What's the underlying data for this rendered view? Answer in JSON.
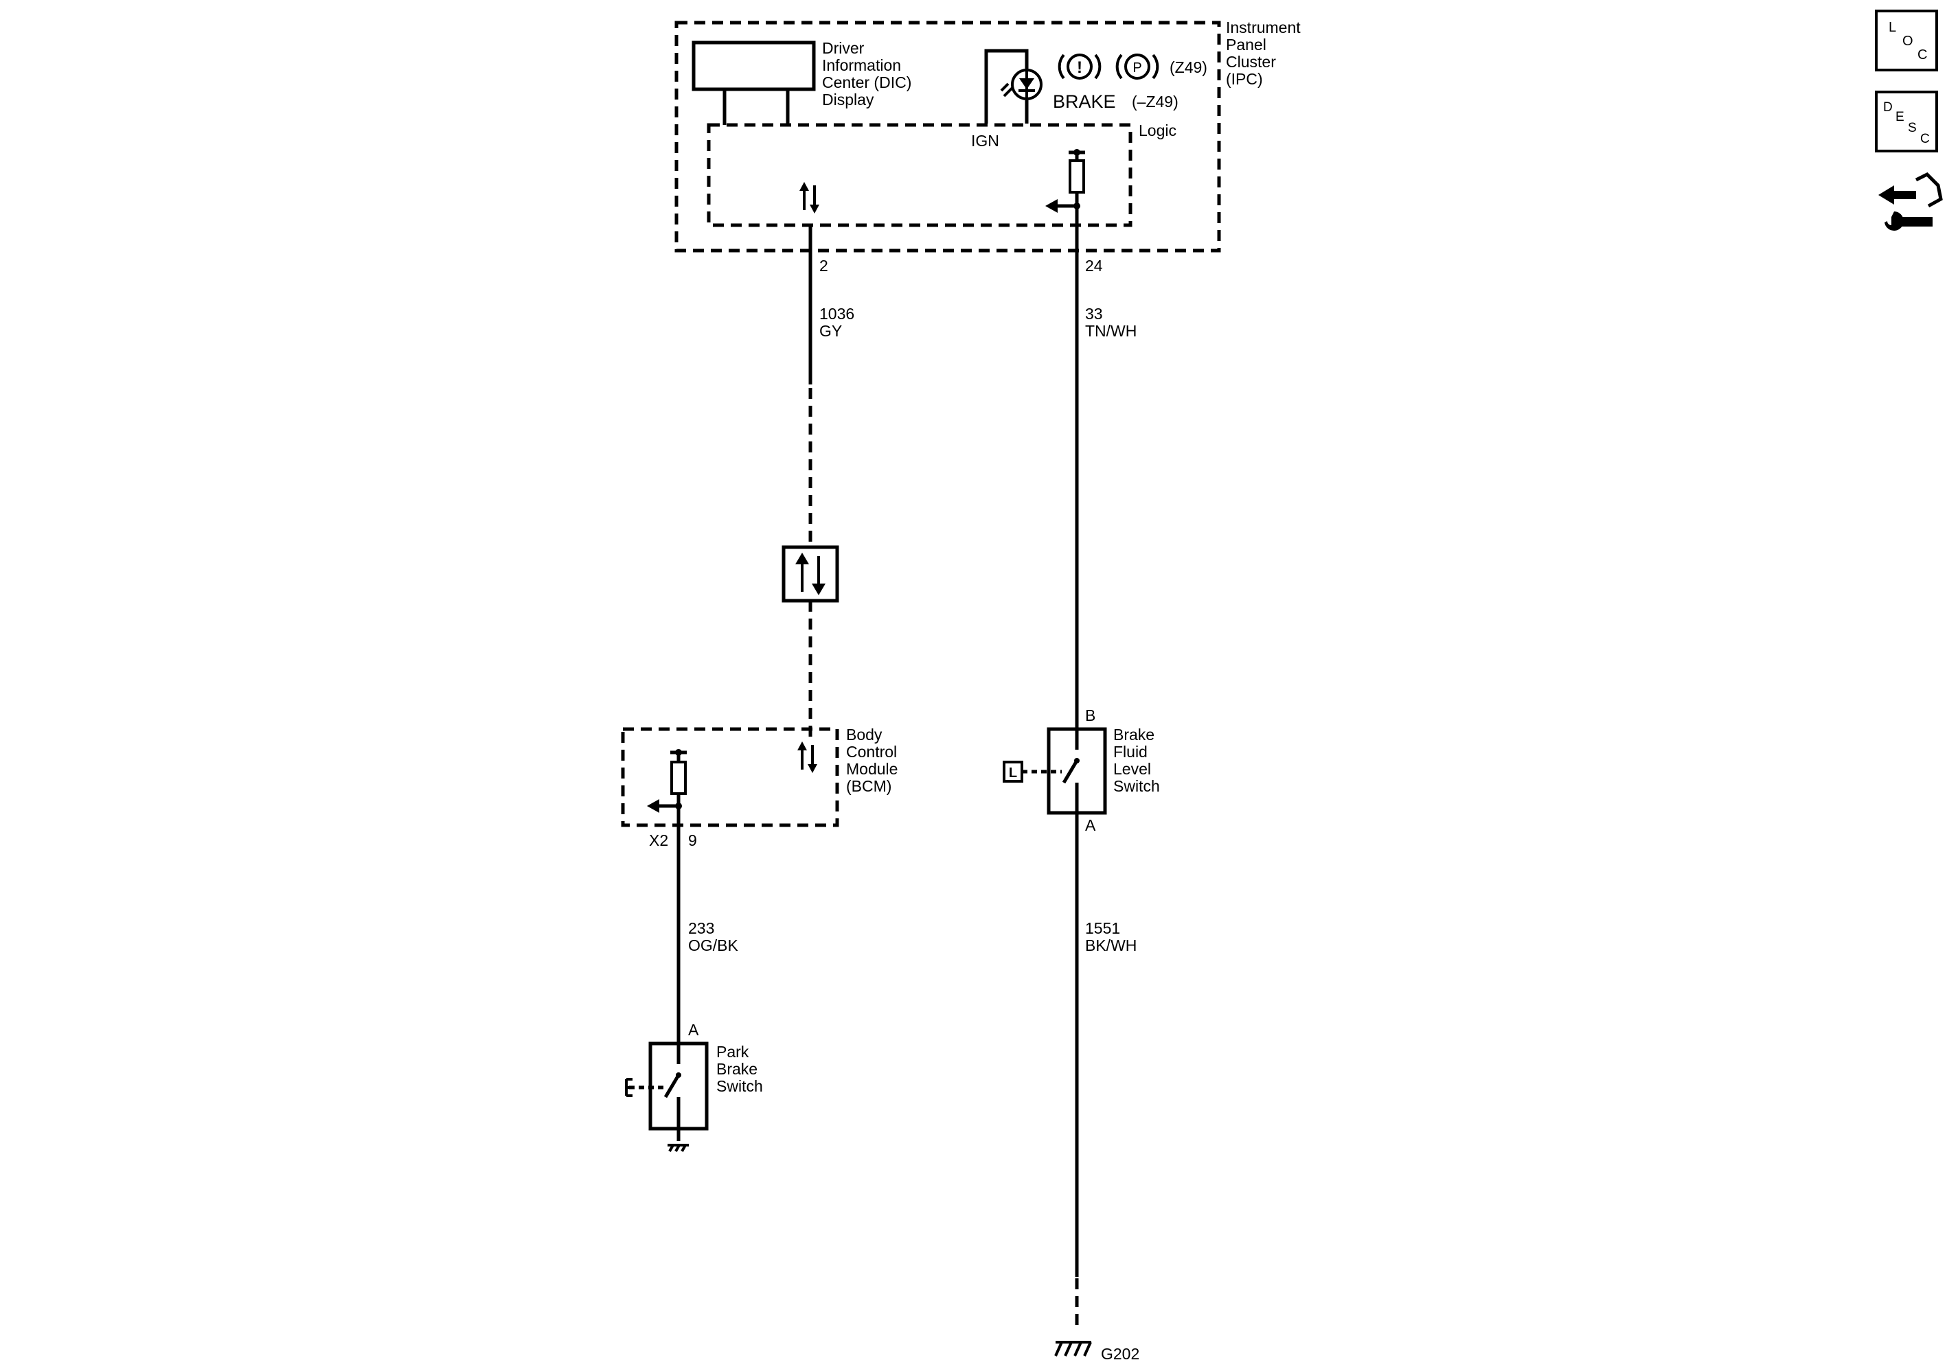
{
  "components": {
    "ipc": {
      "lines": [
        "Instrument",
        "Panel",
        "Cluster",
        "(IPC)"
      ]
    },
    "dic": {
      "lines": [
        "Driver",
        "Information",
        "Center (DIC)",
        "Display"
      ]
    },
    "brake_lamp": {
      "label": "BRAKE",
      "z49": "(Z49)",
      "not_z49": "(–Z49)",
      "park_symbol": "P",
      "warning_symbol": "!"
    },
    "logic": {
      "label": "Logic",
      "ign": "IGN"
    },
    "bcm": {
      "lines": [
        "Body",
        "Control",
        "Module",
        "(BCM)"
      ],
      "connector": "X2",
      "pin": "9"
    },
    "brake_fluid_switch": {
      "lines": [
        "Brake",
        "Fluid",
        "Level",
        "Switch"
      ],
      "pin_top": "B",
      "pin_bottom": "A",
      "tag": "L"
    },
    "park_brake_switch": {
      "lines": [
        "Park",
        "Brake",
        "Switch"
      ],
      "pin_top": "A",
      "tag": "E"
    },
    "ground": {
      "label": "G202"
    }
  },
  "wires": {
    "gy": {
      "pin": "2",
      "circuit": "1036",
      "color": "GY"
    },
    "tnwh": {
      "pin": "24",
      "circuit": "33",
      "color": "TN/WH"
    },
    "ogbk": {
      "circuit": "233",
      "color": "OG/BK"
    },
    "bkwh": {
      "circuit": "1551",
      "color": "BK/WH"
    }
  },
  "side_icons": {
    "loc": {
      "letters": [
        "L",
        "O",
        "C"
      ]
    },
    "desc": {
      "letters": [
        "D",
        "E",
        "S",
        "C"
      ]
    },
    "repair": {
      "icon": "connector-repair-icon"
    }
  }
}
